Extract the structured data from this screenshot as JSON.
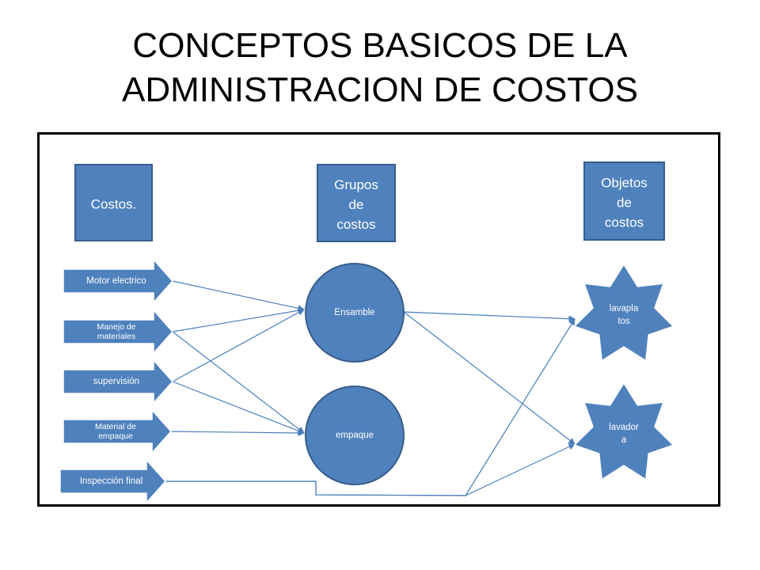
{
  "title": {
    "line1": "CONCEPTOS BASICOS DE LA",
    "line2": "ADMINISTRACION DE COSTOS"
  },
  "colors": {
    "box_fill": "#4F81BD",
    "box_stroke": "#385D8A",
    "connector": "#4A7EBB",
    "text": "#FFFFFF"
  },
  "headers": {
    "costos": [
      "Costos."
    ],
    "grupos": [
      "Grupos",
      "de",
      "costos"
    ],
    "objetos": [
      "Objetos",
      "de",
      "costos"
    ]
  },
  "costos": [
    {
      "id": "motor",
      "lines": [
        "Motor electrico"
      ]
    },
    {
      "id": "manejo",
      "lines": [
        "Manejo de",
        "materiales"
      ]
    },
    {
      "id": "supervision",
      "lines": [
        "supervisión"
      ]
    },
    {
      "id": "material",
      "lines": [
        "Material de",
        "empaque"
      ]
    },
    {
      "id": "inspeccion",
      "lines": [
        "Inspección final"
      ]
    }
  ],
  "grupos": [
    {
      "id": "ensamble",
      "lines": [
        "Ensamble"
      ]
    },
    {
      "id": "empaque",
      "lines": [
        "empaque"
      ]
    }
  ],
  "objetos": [
    {
      "id": "lavaplatos",
      "lines": [
        "lavapla",
        "tos"
      ]
    },
    {
      "id": "lavadora",
      "lines": [
        "lavador",
        "a"
      ]
    }
  ],
  "connections": [
    {
      "from": "motor",
      "to": "ensamble"
    },
    {
      "from": "manejo",
      "to": "ensamble"
    },
    {
      "from": "manejo",
      "to": "empaque"
    },
    {
      "from": "supervision",
      "to": "ensamble"
    },
    {
      "from": "supervision",
      "to": "empaque"
    },
    {
      "from": "material",
      "to": "empaque"
    },
    {
      "from": "ensamble",
      "to": "lavaplatos"
    },
    {
      "from": "ensamble",
      "to": "lavadora"
    },
    {
      "from": "inspeccion",
      "to": "lavaplatos"
    },
    {
      "from": "inspeccion",
      "to": "lavadora"
    }
  ]
}
